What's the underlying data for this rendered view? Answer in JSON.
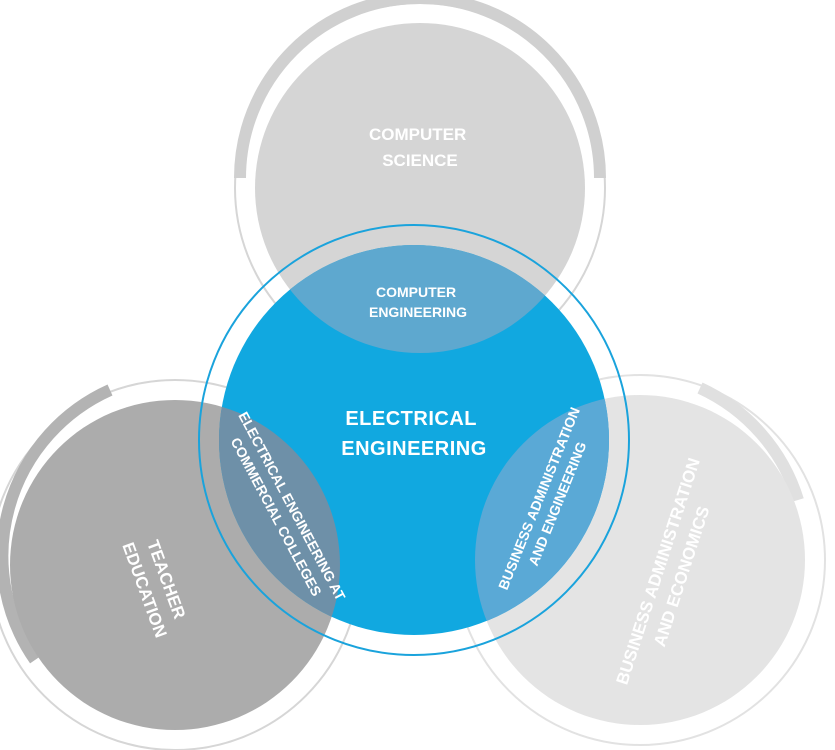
{
  "colors": {
    "accent_blue": "#11a8e0",
    "overlap_blue": "#5ea8cf",
    "overlap_slate": "#6e90a8",
    "gray_light": "#d5d5d5",
    "gray_mid": "#aaaaaa",
    "gray_pale": "#e4e4e4",
    "ring_gray": "#cccccc",
    "ring_blue": "#1aa3dc"
  },
  "circles": {
    "center": {
      "line1": "ELECTRICAL",
      "line2": "ENGINEERING"
    },
    "top": {
      "line1": "COMPUTER",
      "line2": "SCIENCE"
    },
    "left": {
      "line1": "TEACHER",
      "line2": "EDUCATION"
    },
    "right": {
      "line1": "BUSINESS ADMINISTRATION",
      "line2": "AND ECONOMICS"
    }
  },
  "overlaps": {
    "top": {
      "line1": "COMPUTER",
      "line2": "ENGINEERING"
    },
    "left": {
      "line1": "ELECTRICAL ENGINEERING AT",
      "line2": "COMMERCIAL COLLEGES"
    },
    "right": {
      "line1": "BUSINESS ADMINISTRATION",
      "line2": "AND ENGINEERING"
    }
  }
}
